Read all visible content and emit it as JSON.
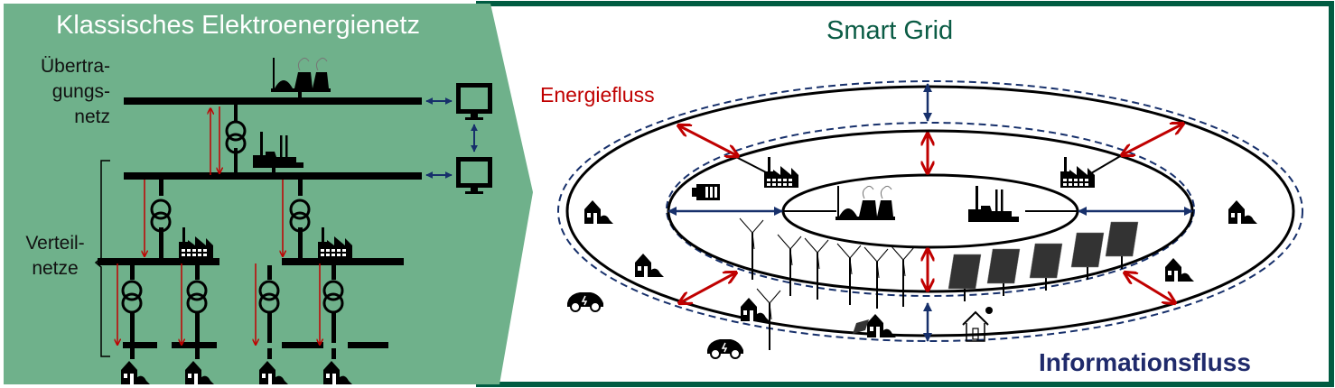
{
  "left_panel": {
    "title": "Klassisches Elektroenergienetz",
    "transmission_label": "Übertra-\ngungs-\nnetz",
    "transmission_label_lines": [
      "Übertra-",
      "gungs-",
      "netz"
    ],
    "distribution_label_lines": [
      "Verteil-",
      "netze"
    ]
  },
  "right_panel": {
    "title": "Smart Grid",
    "energy_flow_label": "Energiefluss",
    "information_flow_label": "Informationsfluss"
  },
  "colors": {
    "panel_green": "#6fb18b",
    "frame_dark_green": "#005c42",
    "energy_red": "#c00000",
    "info_blue": "#17306b",
    "title_green": "#0b5c45"
  },
  "icons": {
    "power_plants": [
      "nuclear-plant-icon",
      "coal-plant-icon"
    ],
    "control_center": "monitor-icon",
    "industry": "factory-icon",
    "consumer": "house-icon",
    "storage": "battery-icon",
    "renewables": [
      "wind-turbine-icon",
      "solar-panel-icon"
    ],
    "mobility": "electric-car-icon",
    "smart_home": "smart-home-icon"
  }
}
